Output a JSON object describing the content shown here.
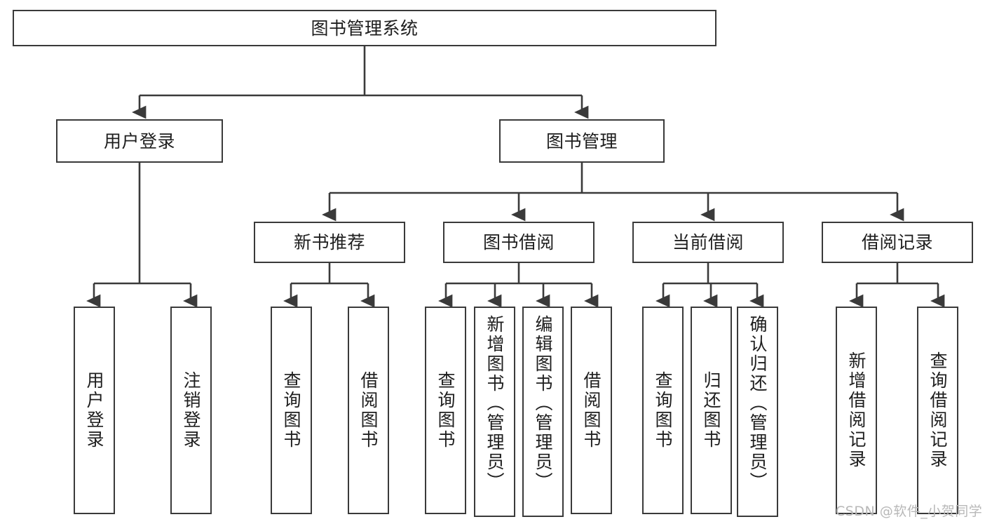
{
  "diagram": {
    "title": "图书管理系统",
    "type": "tree-hierarchy",
    "watermark": "CSDN @软件_小贺同学",
    "colors": {
      "border": "#3a3a3a",
      "background": "#ffffff",
      "text": "#1e1e1e",
      "watermark": "#b8b8b8"
    },
    "levels": {
      "root": {
        "label": "图书管理系统"
      },
      "level2": [
        {
          "label": "用户登录"
        },
        {
          "label": "图书管理"
        }
      ],
      "level3": [
        {
          "label": "新书推荐"
        },
        {
          "label": "图书借阅"
        },
        {
          "label": "当前借阅"
        },
        {
          "label": "借阅记录"
        }
      ],
      "leaves": {
        "user_login": [
          {
            "label": "用户登录"
          },
          {
            "label": "注销登录"
          }
        ],
        "new_book_recommend": [
          {
            "label": "查询图书"
          },
          {
            "label": "借阅图书"
          }
        ],
        "book_borrow": [
          {
            "label": "查询图书"
          },
          {
            "label": "新增图书（管理员）"
          },
          {
            "label": "编辑图书（管理员）"
          },
          {
            "label": "借阅图书"
          }
        ],
        "current_borrow": [
          {
            "label": "查询图书"
          },
          {
            "label": "归还图书"
          },
          {
            "label": "确认归还（管理员）"
          }
        ],
        "borrow_record": [
          {
            "label": "新增借阅记录"
          },
          {
            "label": "查询借阅记录"
          }
        ]
      }
    }
  }
}
